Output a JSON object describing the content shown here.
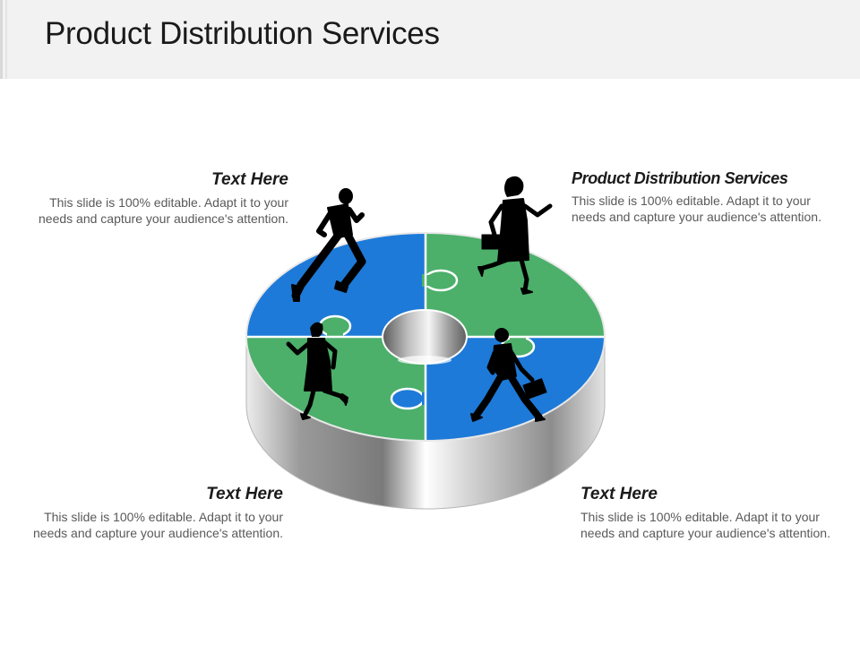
{
  "slide": {
    "title": "Product Distribution  Services"
  },
  "blocks": {
    "top_left": {
      "heading": "Text Here",
      "body": "This slide is 100% editable. Adapt it to your needs and capture your audience's attention."
    },
    "top_right": {
      "heading": "Product Distribution Services",
      "body": "This slide is 100% editable. Adapt it to your needs and capture your audience's attention."
    },
    "bottom_left": {
      "heading": "Text Here",
      "body": "This slide is 100% editable. Adapt it to your needs and capture your audience's attention."
    },
    "bottom_right": {
      "heading": "Text Here",
      "body": "This slide is 100% editable. Adapt it to your needs and capture your audience's attention."
    }
  },
  "colors": {
    "blue": "#1e7ad8",
    "green": "#4caf6a",
    "silver": "#a8a8a8"
  },
  "figures": [
    "running-man",
    "walking-woman-briefcase",
    "running-woman",
    "walking-man-briefcase"
  ]
}
